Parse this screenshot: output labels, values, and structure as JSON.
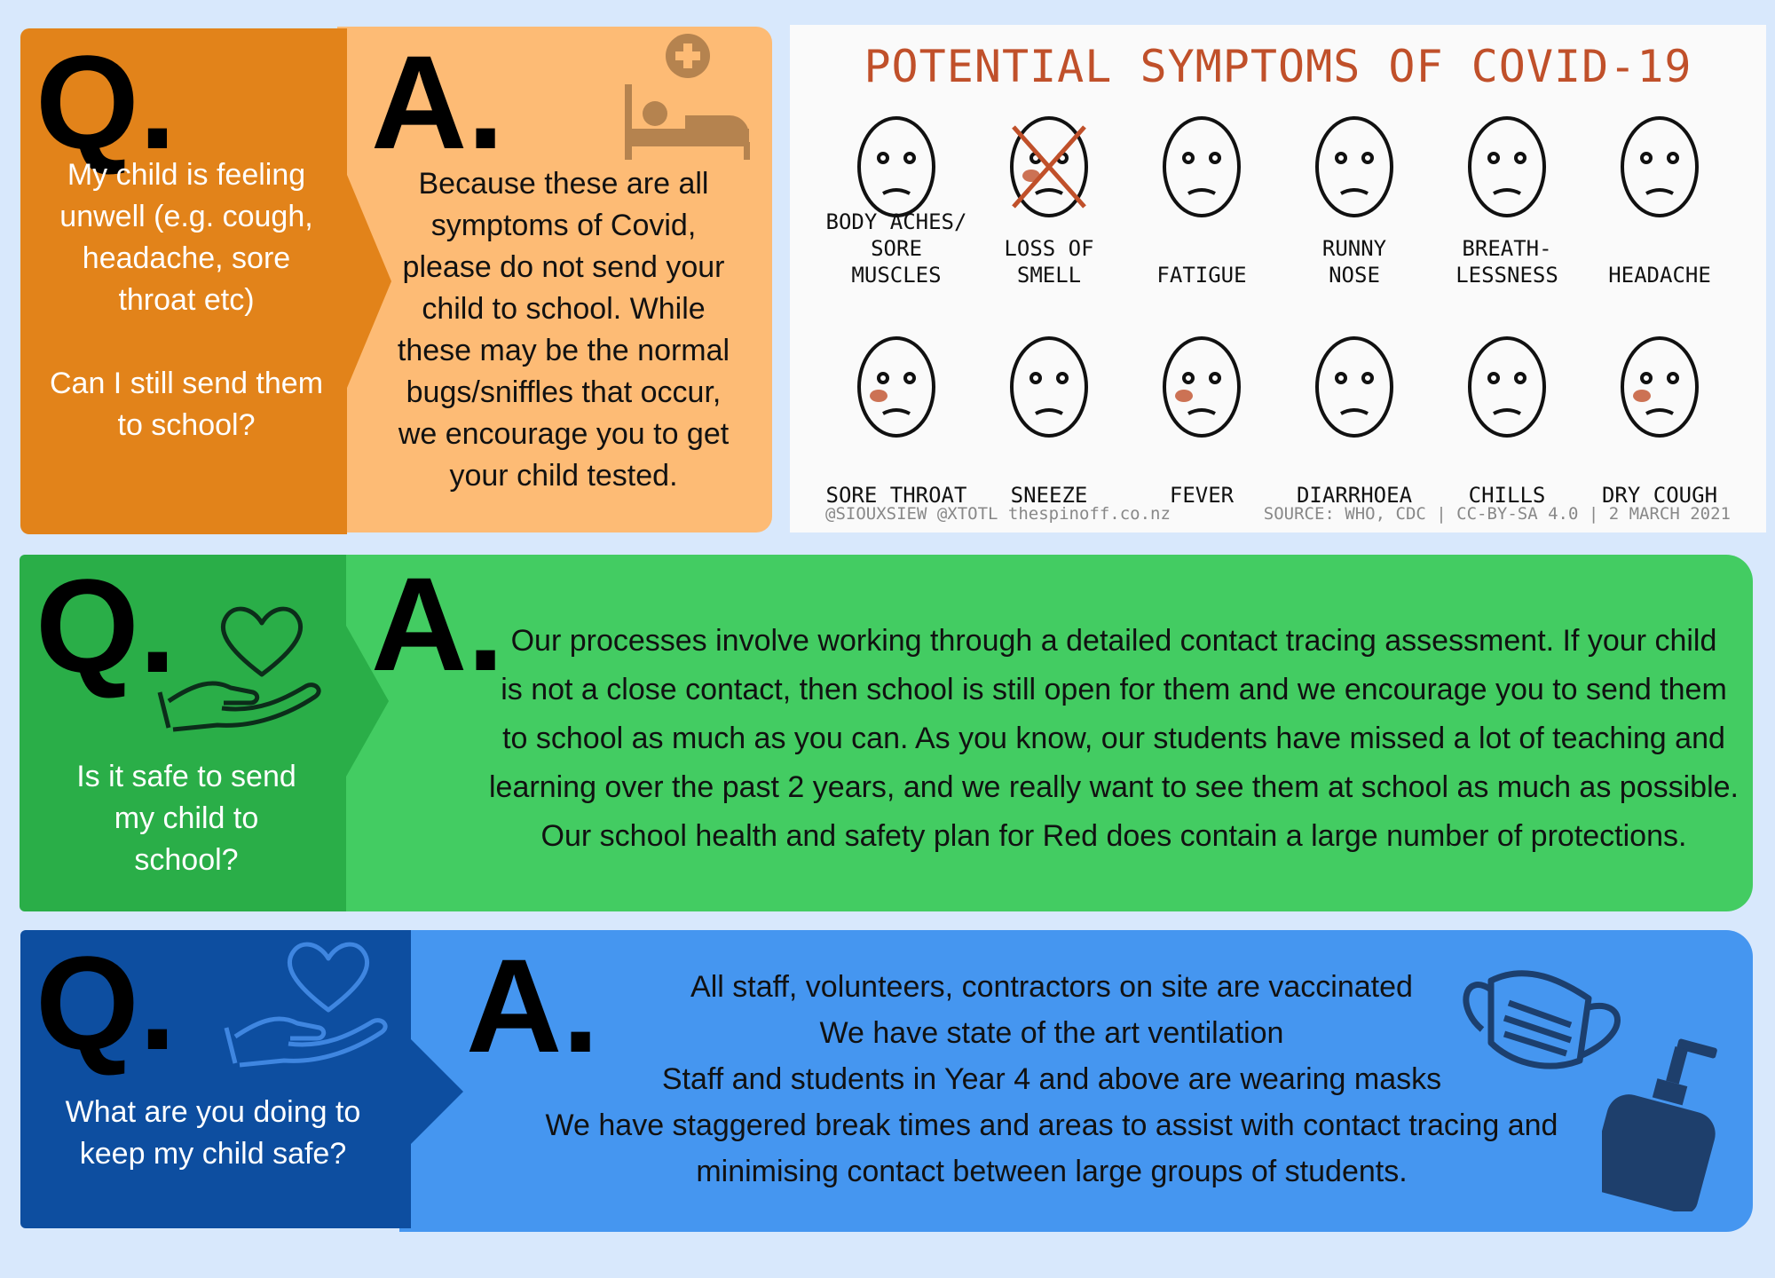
{
  "q_label": "Q.",
  "a_label": "A.",
  "row1": {
    "question_lines": [
      "My child is feeling",
      "unwell (e.g. cough,",
      "headache, sore",
      "throat etc)",
      "",
      "Can I still send them",
      "to school?"
    ],
    "answer_lines": [
      "Because these are all",
      "symptoms of Covid,",
      "please do not send your",
      "child to school. While",
      "these may be the normal",
      "bugs/sniffles that occur,",
      "we encourage you to get",
      "your child tested."
    ],
    "icon": "hospital-bed-icon",
    "colors": {
      "q": "#e2831a",
      "a": "#fdbb75"
    }
  },
  "symptoms": {
    "title": "POTENTIAL SYMPTOMS OF COVID-19",
    "items": [
      {
        "label": "BODY ACHES/\nSORE MUSCLES",
        "icon": "leg-icon"
      },
      {
        "label": "LOSS OF\nSMELL",
        "icon": "crossed-nose-icon"
      },
      {
        "label": "FATIGUE",
        "icon": "tired-face-icon"
      },
      {
        "label": "RUNNY\nNOSE",
        "icon": "nose-icon"
      },
      {
        "label": "BREATH-\nLESSNESS",
        "icon": "breathless-face-icon"
      },
      {
        "label": "HEADACHE",
        "icon": "brain-icon"
      },
      {
        "label": "SORE THROAT",
        "icon": "throat-icon"
      },
      {
        "label": "SNEEZE",
        "icon": "sneeze-face-icon"
      },
      {
        "label": "FEVER",
        "icon": "fever-face-icon"
      },
      {
        "label": "DIARRHOEA",
        "icon": "toilet-roll-icon"
      },
      {
        "label": "CHILLS",
        "icon": "shivering-icon"
      },
      {
        "label": "DRY COUGH",
        "icon": "cough-face-icon"
      }
    ],
    "credit": "@SIOUXSIEW @XTOTL thespinoff.co.nz",
    "source": "SOURCE:  WHO, CDC  |  CC-BY-SA 4.0  |  2 MARCH 2021",
    "accent": "#c0502a"
  },
  "row2": {
    "question_lines": [
      "Is it safe to send",
      "my child to",
      "school?"
    ],
    "answer_lines": [
      "Our processes involve working through a detailed contact tracing assessment. If your child",
      "is not a close contact, then school is still open for them and we encourage you to send them",
      "to school as much as you can. As you know, our students have missed a lot of teaching and",
      "learning over the past 2 years, and we really want to see them at school as much as possible.",
      "Our school health and safety plan for Red does contain a large number of protections."
    ],
    "icon": "heart-in-hand-icon",
    "colors": {
      "q": "#2aae48",
      "a": "#43cc62"
    }
  },
  "row3": {
    "question_lines": [
      "What are you doing to",
      "keep my child safe?"
    ],
    "answer_lines": [
      "All staff, volunteers, contractors on site are vaccinated",
      "We have state of the art ventilation",
      "Staff and students in Year 4 and above are wearing masks",
      "We have staggered break times and areas to assist with contact tracing and",
      "minimising contact between large groups of students."
    ],
    "icons": [
      "heart-in-hand-icon",
      "face-mask-icon",
      "sanitizer-bottle-icon"
    ],
    "colors": {
      "q": "#0d4ea0",
      "a": "#4596f0"
    }
  }
}
